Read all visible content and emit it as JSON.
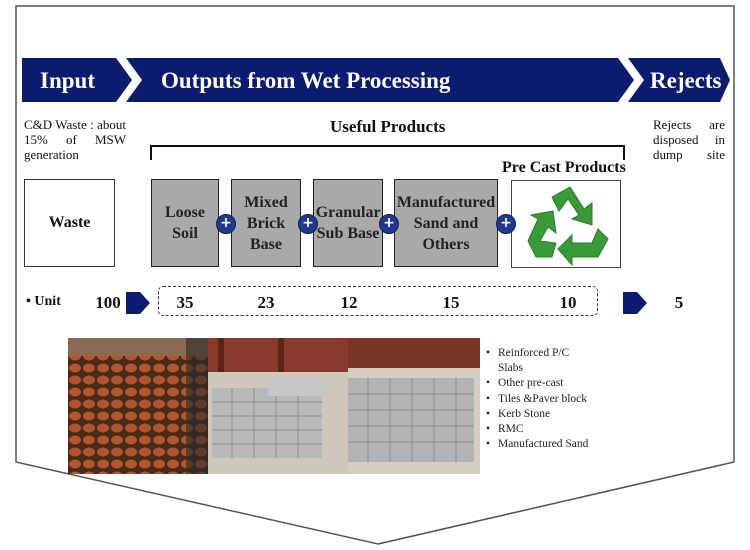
{
  "stages": {
    "input": "Input",
    "outputs": "Outputs from Wet Processing",
    "rejects": "Rejects"
  },
  "input_note": "C&D Waste : about 15% of MSW generation",
  "input_box": "Waste",
  "useful_products_label": "Useful Products",
  "precast_label": "Pre Cast Products",
  "products": [
    "Loose Soil",
    "Mixed Brick Base",
    "Granular Sub Base",
    "Manufactured Sand and Others"
  ],
  "plus_sign": "+",
  "rejects_note": "Rejects are disposed in dump site",
  "unit_row": {
    "label": "Unit",
    "input": "100",
    "products": [
      "35",
      "23",
      "12",
      "15",
      "10"
    ],
    "rejects": "5"
  },
  "precast_items": [
    "Reinforced P/C Slabs",
    "Other pre-cast",
    "Tiles &Paver block",
    "Kerb Stone",
    "RMC",
    "Manufactured Sand"
  ],
  "bullet": "•",
  "icons": [
    "recycle-icon",
    "plus-icon",
    "chevron-arrow-icon"
  ],
  "colors": {
    "banner": "#0b1b6e",
    "product_box": "#a9a9a9",
    "recycle_green": "#3a9a3a",
    "plus": "#1f3a8a"
  }
}
